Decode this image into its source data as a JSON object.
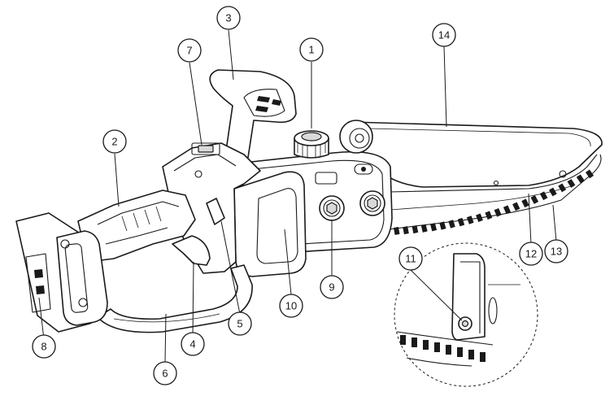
{
  "figure": {
    "title": "",
    "callouts": [
      {
        "id": "c1",
        "label": "1"
      },
      {
        "id": "c2",
        "label": "2"
      },
      {
        "id": "c3",
        "label": "3"
      },
      {
        "id": "c4",
        "label": "4"
      },
      {
        "id": "c5",
        "label": "5"
      },
      {
        "id": "c6",
        "label": "6"
      },
      {
        "id": "c7",
        "label": "7"
      },
      {
        "id": "c8",
        "label": "8"
      },
      {
        "id": "c9",
        "label": "9"
      },
      {
        "id": "c10",
        "label": "10"
      },
      {
        "id": "c11",
        "label": "11"
      },
      {
        "id": "c12",
        "label": "12"
      },
      {
        "id": "c13",
        "label": "13"
      },
      {
        "id": "c14",
        "label": "14"
      }
    ]
  },
  "colors": {
    "line": "#1a1a1a",
    "background": "#ffffff",
    "fill": "#d9d9d9"
  }
}
